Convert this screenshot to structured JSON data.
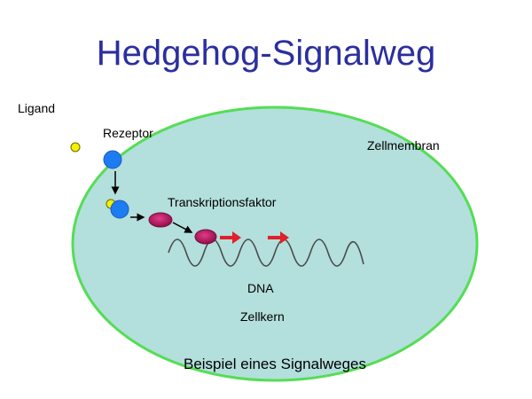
{
  "title": "Hedgehog-Signalweg",
  "labels": {
    "ligand": "Ligand",
    "receptor": "Rezeptor",
    "membrane": "Zellmembran",
    "transcription_factor": "Transkriptionsfaktor",
    "dna": "DNA",
    "nucleus": "Zellkern"
  },
  "caption": "Beispiel eines Signalweges",
  "colors": {
    "title": "#2b2f9e",
    "cell_fill": "#b3dfdc",
    "cell_border": "#55dd55",
    "receptor": "#1e7cf2",
    "ligand": "#f4f000",
    "transcription_factor": "#b0185c",
    "arrow_red": "#e0202a"
  }
}
